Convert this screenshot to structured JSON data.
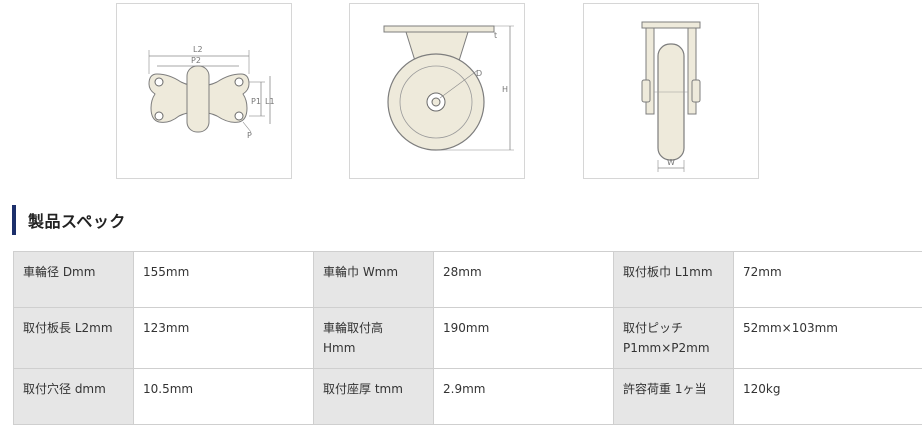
{
  "diagrams": {
    "top_view": {
      "labels": {
        "l2": "L2",
        "p2": "P2",
        "p1": "P1",
        "l1": "L1",
        "p": "P"
      }
    },
    "side_view": {
      "labels": {
        "d": "D",
        "h": "H",
        "t": "t"
      }
    },
    "front_view": {
      "labels": {
        "w": "W"
      }
    }
  },
  "section": {
    "title": "製品スペック"
  },
  "spec_table": {
    "rows": [
      [
        {
          "label": "車輪径 Dmm",
          "value": "155mm"
        },
        {
          "label": "車輪巾 Wmm",
          "value": "28mm"
        },
        {
          "label": "取付板巾 L1mm",
          "value": "72mm"
        }
      ],
      [
        {
          "label": "取付板長 L2mm",
          "value": "123mm"
        },
        {
          "label": "車輪取付高\nHmm",
          "value": "190mm"
        },
        {
          "label": "取付ピッチ\nP1mm×P2mm",
          "value": "52mm×103mm"
        }
      ],
      [
        {
          "label": "取付穴径 dmm",
          "value": "10.5mm"
        },
        {
          "label": "取付座厚 tmm",
          "value": "2.9mm"
        },
        {
          "label": "許容荷重 1ヶ当",
          "value": "120kg"
        }
      ]
    ]
  }
}
